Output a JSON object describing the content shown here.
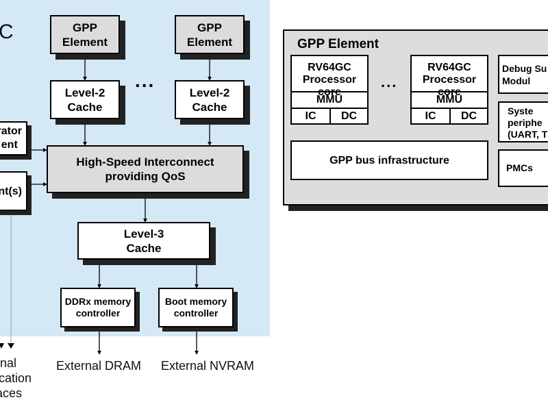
{
  "soc": {
    "title": "C",
    "gpp_left": "GPP\nElement",
    "gpp_right": "GPP\nElement",
    "cache_l2_left": "Level-2\nCache",
    "cache_l2_right": "Level-2\nCache",
    "ellipsis": "...",
    "accelerator": "rator\nent",
    "peripherals": "nt(s)",
    "interconnect": "High-Speed Interconnect\nproviding QoS",
    "cache_l3": "Level-3\nCache",
    "ddr": "DDRx memory\ncontroller",
    "boot": "Boot memory\ncontroller",
    "ext_comm": "rnal\nication\naces",
    "ext_dram": "External DRAM",
    "ext_nvram": "External NVRAM"
  },
  "gpp_element": {
    "title": "GPP Element",
    "cores": [
      {
        "title": "RV64GC\nProcessor core",
        "mmu": "MMU",
        "ic": "IC",
        "dc": "DC"
      },
      {
        "title": "RV64GC\nProcessor core",
        "mmu": "MMU",
        "ic": "IC",
        "dc": "DC"
      }
    ],
    "ellipsis": "...",
    "bus": "GPP bus infrastructure",
    "debug": "Debug Su\nModul",
    "system": "Syste\nperiphe\n(UART, Ti",
    "pmcs": "PMCs"
  }
}
